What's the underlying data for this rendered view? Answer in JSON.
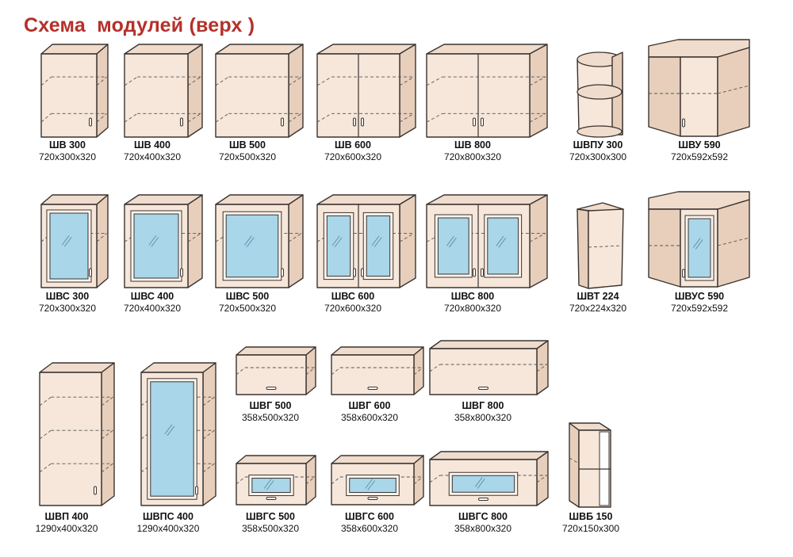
{
  "title": "Схема  модулей (верх )",
  "colors": {
    "title": "#b5302a",
    "body": "#f6e7da",
    "side": "#e7cfbc",
    "top": "#efdccd",
    "glass": "#a9d6e8",
    "outline": "#3a3330"
  },
  "modules": [
    {
      "id": "shv300",
      "name": "ШВ 300",
      "dims": "720x300x320",
      "type": "wall",
      "doors": 1
    },
    {
      "id": "shv400",
      "name": "ШВ 400",
      "dims": "720x400x320",
      "type": "wall",
      "doors": 1
    },
    {
      "id": "shv500",
      "name": "ШВ 500",
      "dims": "720x500x320",
      "type": "wall",
      "doors": 1
    },
    {
      "id": "shv600",
      "name": "ШВ 600",
      "dims": "720x600x320",
      "type": "wall",
      "doors": 2
    },
    {
      "id": "shv800",
      "name": "ШВ 800",
      "dims": "720x800x320",
      "type": "wall",
      "doors": 2
    },
    {
      "id": "shvpu300",
      "name": "ШВПУ 300",
      "dims": "720x300x300",
      "type": "open-corner"
    },
    {
      "id": "shvu590",
      "name": "ШВУ 590",
      "dims": "720x592x592",
      "type": "corner",
      "glass": false
    },
    {
      "id": "shvs300",
      "name": "ШВС 300",
      "dims": "720x300x320",
      "type": "wall-glass",
      "doors": 1
    },
    {
      "id": "shvs400",
      "name": "ШВС 400",
      "dims": "720x400x320",
      "type": "wall-glass",
      "doors": 1
    },
    {
      "id": "shvs500",
      "name": "ШВС 500",
      "dims": "720x500x320",
      "type": "wall-glass",
      "doors": 1
    },
    {
      "id": "shvs600",
      "name": "ШВС 600",
      "dims": "720x600x320",
      "type": "wall-glass",
      "doors": 2
    },
    {
      "id": "shvs800",
      "name": "ШВС 800",
      "dims": "720x800x320",
      "type": "wall-glass",
      "doors": 2
    },
    {
      "id": "shvt224",
      "name": "ШВТ 224",
      "dims": "720x224x320",
      "type": "end"
    },
    {
      "id": "shvus590",
      "name": "ШВУС 590",
      "dims": "720x592x592",
      "type": "corner",
      "glass": true
    },
    {
      "id": "shvp400",
      "name": "ШВП 400",
      "dims": "1290x400x320",
      "type": "tall",
      "doors": 1
    },
    {
      "id": "shvps400",
      "name": "ШВПС 400",
      "dims": "1290x400x320",
      "type": "tall-glass",
      "doors": 1
    },
    {
      "id": "shvg500",
      "name": "ШВГ 500",
      "dims": "358x500x320",
      "type": "horizontal"
    },
    {
      "id": "shvg600",
      "name": "ШВГ 600",
      "dims": "358x600x320",
      "type": "horizontal"
    },
    {
      "id": "shvg800",
      "name": "ШВГ 800",
      "dims": "358x800x320",
      "type": "horizontal"
    },
    {
      "id": "shvgs500",
      "name": "ШВГС 500",
      "dims": "358x500x320",
      "type": "horizontal-glass"
    },
    {
      "id": "shvgs600",
      "name": "ШВГС 600",
      "dims": "358x600x320",
      "type": "horizontal-glass"
    },
    {
      "id": "shvgs800",
      "name": "ШВГС 800",
      "dims": "358x800x320",
      "type": "horizontal-glass"
    },
    {
      "id": "shvb150",
      "name": "ШВБ 150",
      "dims": "720x150x300",
      "type": "open-shelf"
    }
  ]
}
